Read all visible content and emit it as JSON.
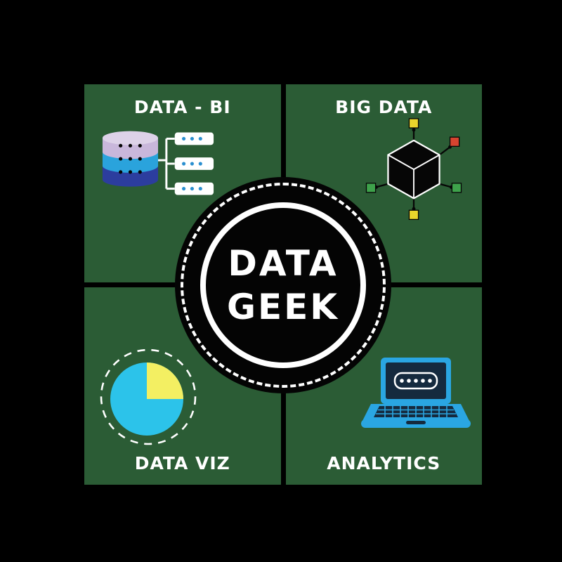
{
  "page": {
    "background": "#000000",
    "panel_color": "#2b5c35"
  },
  "center": {
    "line1": "DATA",
    "line2": "GEEK"
  },
  "quadrants": {
    "data_bi": {
      "title": "DATA - BI"
    },
    "big_data": {
      "title": "BIG DATA"
    },
    "data_viz": {
      "title": "DATA VIZ"
    },
    "analytics": {
      "title": "ANALYTICS"
    }
  },
  "icons": {
    "data_bi": "database-servers-icon",
    "big_data": "cube-network-icon",
    "data_viz": "pie-chart-icon",
    "analytics": "laptop-analytics-icon"
  },
  "colors": {
    "white": "#ffffff",
    "black": "#060606",
    "db_top_ellipse": "#ddd2e8",
    "db_band_lavender": "#c9b7db",
    "db_band_blue": "#2aa3dc",
    "db_band_indigo": "#2c3d9e",
    "server_box": "#ffffff",
    "server_dot_blue": "#2a8fd0",
    "node_yellow": "#e9d52c",
    "node_red": "#d64430",
    "node_green": "#3ea24b",
    "pie_cyan": "#2cc3ea",
    "pie_yellow": "#f3ef62",
    "laptop_blue": "#2aa6e2",
    "laptop_screen_navy": "#152a3e"
  }
}
